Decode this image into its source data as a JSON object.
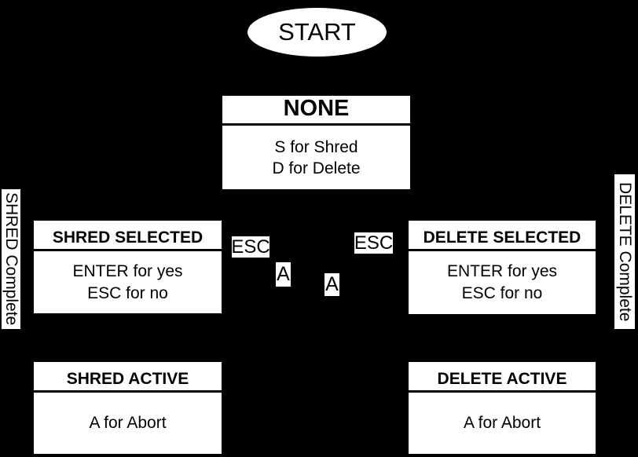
{
  "colors": {
    "background": "#000000",
    "node_fill": "#ffffff",
    "node_text": "#000000"
  },
  "diagram": {
    "start_label": "START",
    "states": {
      "none": {
        "title": "NONE",
        "lines": [
          "S for Shred",
          "D for Delete"
        ]
      },
      "shred_selected": {
        "title": "SHRED SELECTED",
        "lines": [
          "ENTER for yes",
          "ESC for no"
        ]
      },
      "delete_selected": {
        "title": "DELETE SELECTED",
        "lines": [
          "ENTER for yes",
          "ESC for no"
        ]
      },
      "shred_active": {
        "title": "SHRED ACTIVE",
        "lines": [
          "A for Abort"
        ]
      },
      "delete_active": {
        "title": "DELETE ACTIVE",
        "lines": [
          "A for Abort"
        ]
      }
    },
    "edge_labels": {
      "esc_left": "ESC",
      "esc_right": "ESC",
      "abort_left": "A",
      "abort_right": "A",
      "shred_complete": "SHRED Complete",
      "delete_complete": "DELETE Complete"
    }
  }
}
